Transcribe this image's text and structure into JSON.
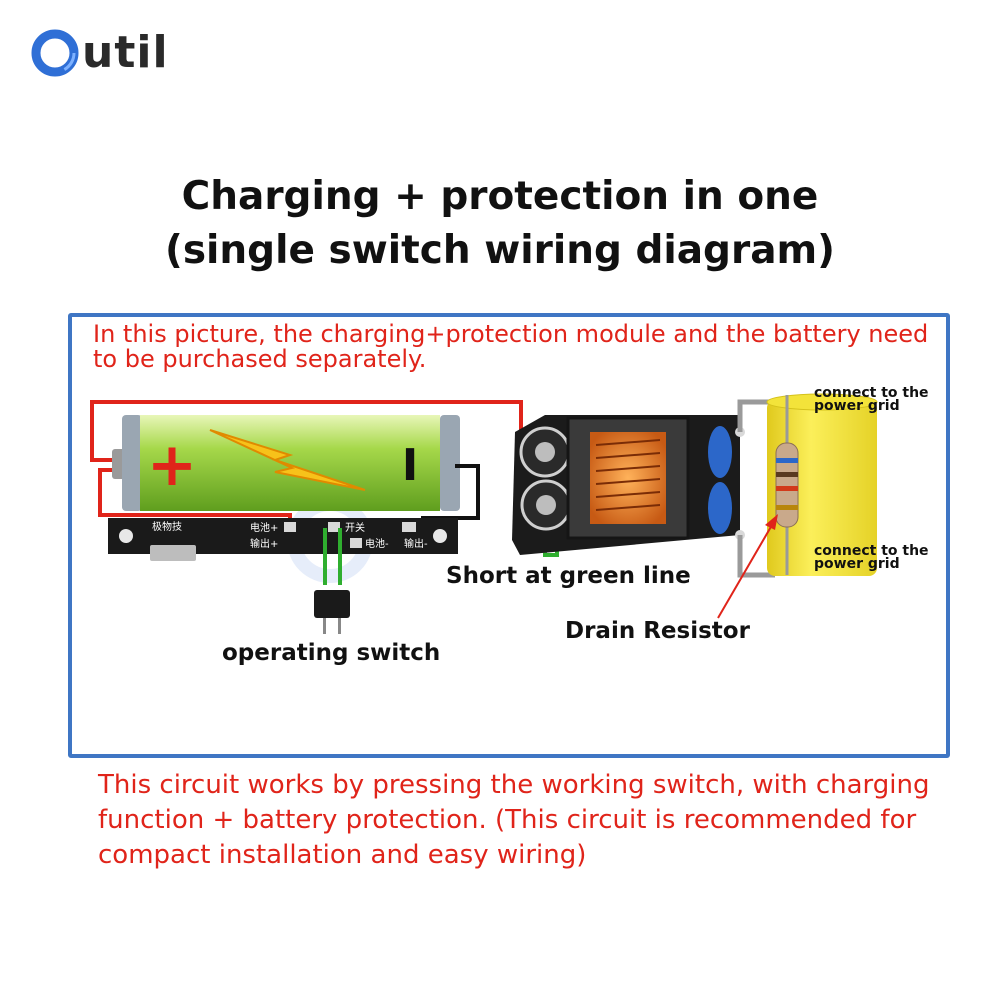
{
  "logo": {
    "text": "util",
    "icon": "o-ring-logo-icon",
    "accent": "#2f6fd6"
  },
  "title": {
    "line1": "Charging + protection in one",
    "line2": "(single switch wiring diagram)"
  },
  "note": "In this picture, the charging+protection module and the battery need to be purchased separately.",
  "labels": {
    "short": "Short at green line",
    "drain": "Drain Resistor",
    "switch": "operating switch",
    "grid_top": "connect to the power grid",
    "grid_bottom": "connect to the power grid"
  },
  "battery": {
    "plus": "+",
    "minus": "I"
  },
  "board_labels": {
    "company": "极物技",
    "battery_plus": "电池+",
    "output_plus": "输出+",
    "switch": "开关",
    "battery_minus": "电池-",
    "output_minus": "输出-"
  },
  "bottom_text": "This circuit works by pressing the working switch, with charging function + battery protection. (This circuit is recommended for compact installation and easy wiring)",
  "colors": {
    "frame": "#3f76c4",
    "note": "#e0241a",
    "wire_red": "#e0241a",
    "wire_green": "#2fae2f",
    "capacitor": "#f3e33a"
  }
}
